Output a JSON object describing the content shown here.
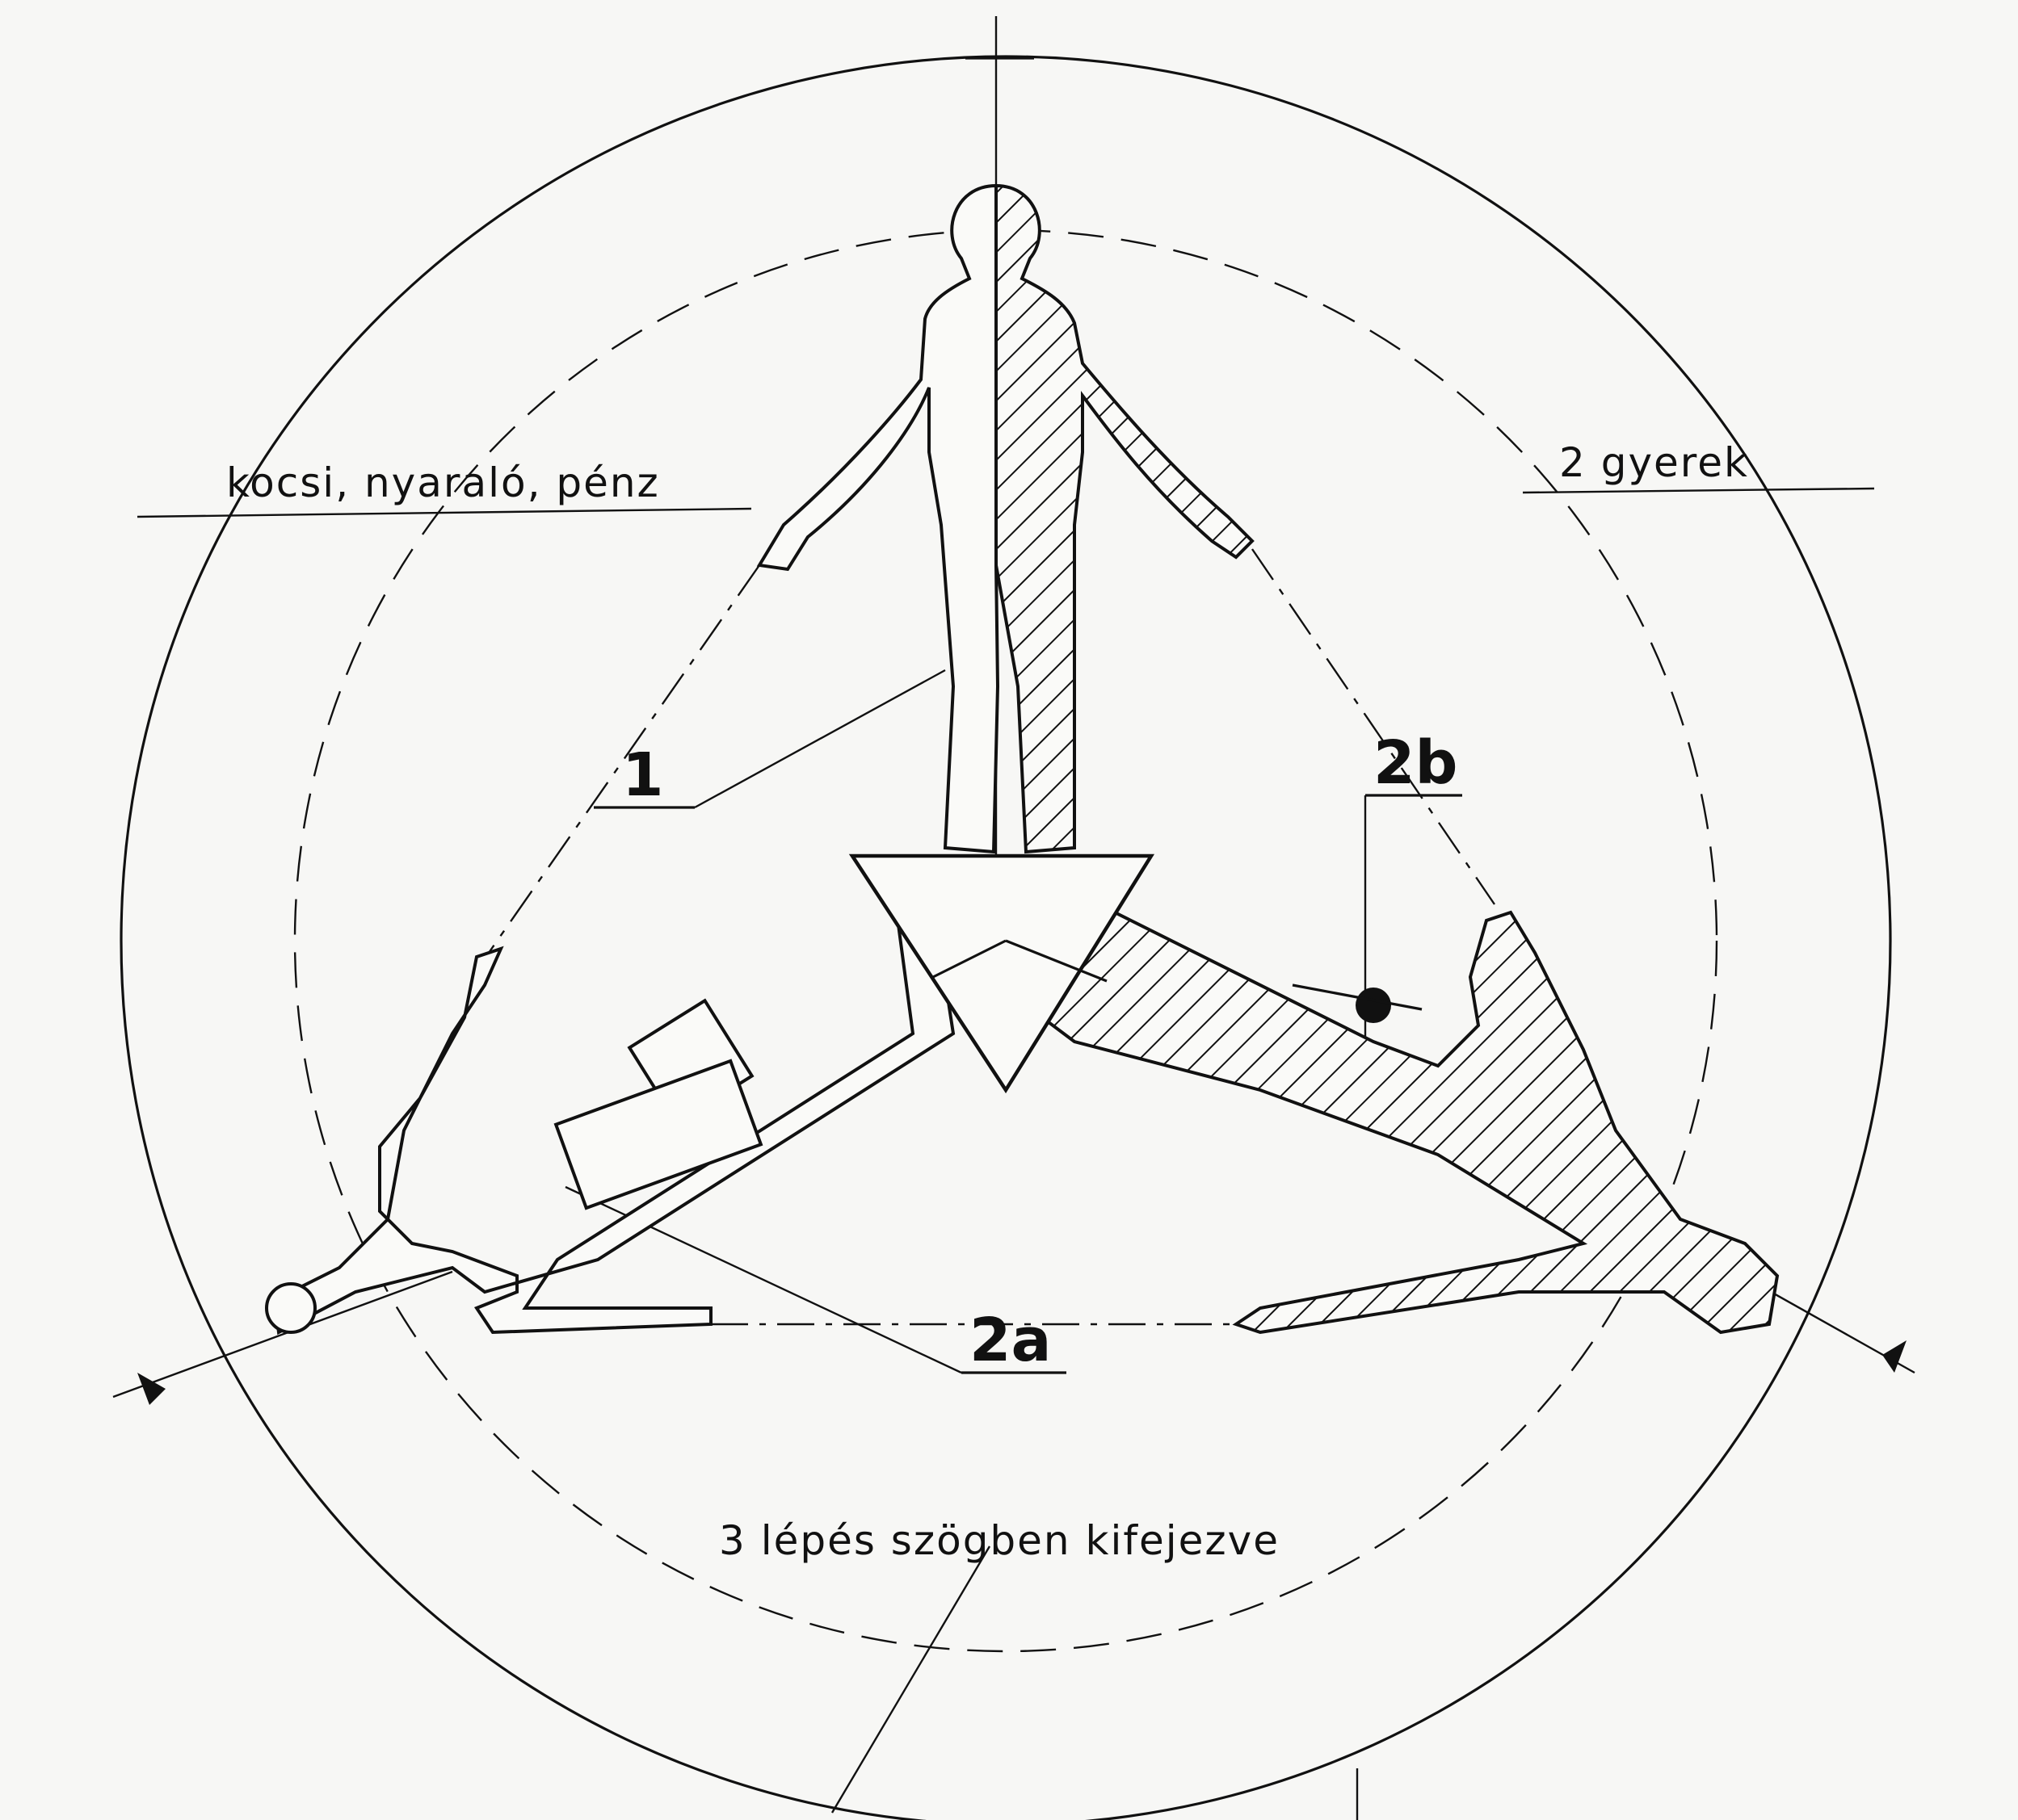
{
  "labels": {
    "top_left": "kocsi, nyaraló, pénz",
    "top_right": "2 gyerek",
    "bottom": "3 lépés szögben kifejezve",
    "step_1": "1",
    "step_2a": "2a",
    "step_2b": "2b"
  },
  "colors": {
    "ink": "#111111",
    "paper": "#f7f7f5"
  }
}
